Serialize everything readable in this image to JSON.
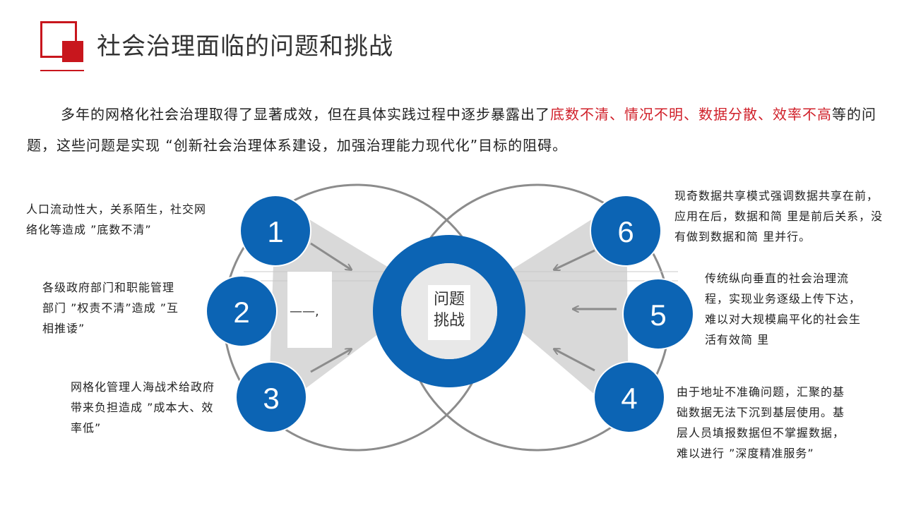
{
  "header": {
    "title": "社会治理面临的问题和挑战"
  },
  "intro": {
    "part1": "多年的网格化社会治理取得了显著成效，但在具体实践过程中逐步暴露出了",
    "highlight": "底数不清、情况不明、数据分散、效率不高",
    "part2": "等的问题，这些问题是实现 “创新社会治理体系建设，加强治理能力现代化”目标的阻碍。"
  },
  "colors": {
    "accent_red": "#c8161d",
    "accent_blue": "#0c64b4",
    "wedge_gray": "#d9d9d9",
    "ring_gray": "#8c8c8c"
  },
  "center": {
    "line1": "问题",
    "line2": "挑战"
  },
  "nodes": [
    {
      "num": "1",
      "text": "人口流动性大，关系陌生，社交网络化等造成 ”底数不清”"
    },
    {
      "num": "2",
      "text": "各级政府部门和职能管理部门 ”权责不清”造成 ”互相推诿”"
    },
    {
      "num": "3",
      "text": "网格化管理人海战术给政府带来负担造成 ”成本大、效率低”"
    },
    {
      "num": "4",
      "text": "由于地址不准确问题，汇聚的基础数据无法下沉到基层使用。基层人员填报数据但不掌握数据，难以进行 ”深度精准服务”"
    },
    {
      "num": "5",
      "text": "传统纵向垂直的社会治理流程，实现业务逐级上传下达，难以对大规模扁平化的社会生活有效简 里"
    },
    {
      "num": "6",
      "text": "现奇数据共享模式强调数据共享在前，应用在后，数据和简 里是前后关系，没有做到数据和简 里并行。"
    }
  ],
  "stray_mark": "——,"
}
